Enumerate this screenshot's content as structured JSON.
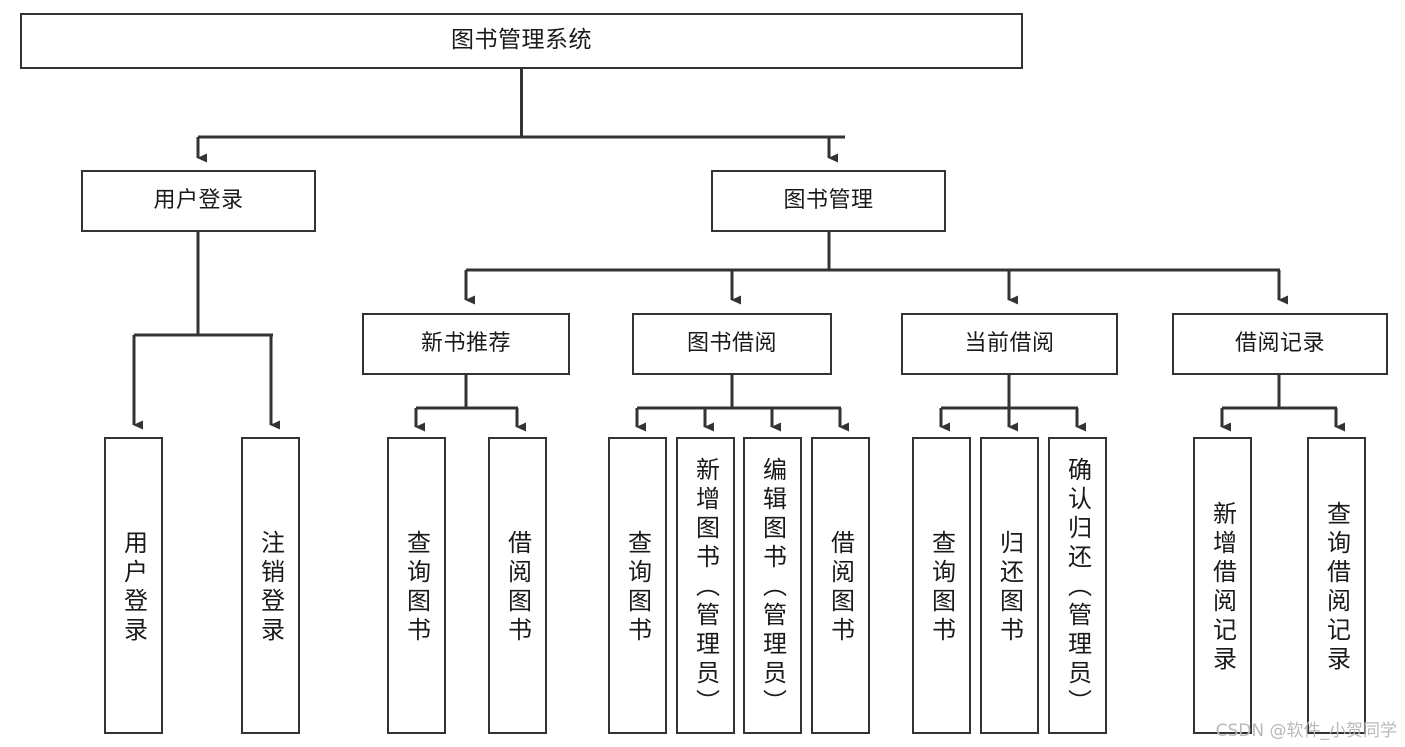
{
  "diagram": {
    "title": "图书管理系统",
    "type": "tree-hierarchy-chart",
    "watermark": "CSDN @软件_小贺同学",
    "colors": {
      "box_border": "#333333",
      "box_fill": "#ffffff",
      "edge": "#333333",
      "text": "#1a1a1a",
      "watermark": "#b9b9b9",
      "background": "#ffffff"
    },
    "nodes": {
      "root": {
        "label": "图书管理系统"
      },
      "level2": [
        {
          "id": "user-login",
          "label": "用户登录"
        },
        {
          "id": "book-manage",
          "label": "图书管理"
        }
      ],
      "level3": [
        {
          "id": "new-book-recommend",
          "label": "新书推荐"
        },
        {
          "id": "book-borrow",
          "label": "图书借阅"
        },
        {
          "id": "current-borrow",
          "label": "当前借阅"
        },
        {
          "id": "borrow-record",
          "label": "借阅记录"
        }
      ],
      "leaves": {
        "user-login": [
          {
            "id": "leaf-user-login",
            "label": "用户登录"
          },
          {
            "id": "leaf-logout-login",
            "label": "注销登录"
          }
        ],
        "new-book-recommend": [
          {
            "id": "leaf-query-book-1",
            "label": "查询图书"
          },
          {
            "id": "leaf-borrow-book-1",
            "label": "借阅图书"
          }
        ],
        "book-borrow": [
          {
            "id": "leaf-query-book-2",
            "label": "查询图书"
          },
          {
            "id": "leaf-add-book",
            "label": "新增图书（管理员）"
          },
          {
            "id": "leaf-edit-book",
            "label": "编辑图书（管理员）"
          },
          {
            "id": "leaf-borrow-book-2",
            "label": "借阅图书"
          }
        ],
        "current-borrow": [
          {
            "id": "leaf-query-book-3",
            "label": "查询图书"
          },
          {
            "id": "leaf-return-book",
            "label": "归还图书"
          },
          {
            "id": "leaf-confirm-return",
            "label": "确认归还（管理员）"
          }
        ],
        "borrow-record": [
          {
            "id": "leaf-add-record",
            "label": "新增借阅记录"
          },
          {
            "id": "leaf-query-record",
            "label": "查询借阅记录"
          }
        ]
      }
    }
  }
}
